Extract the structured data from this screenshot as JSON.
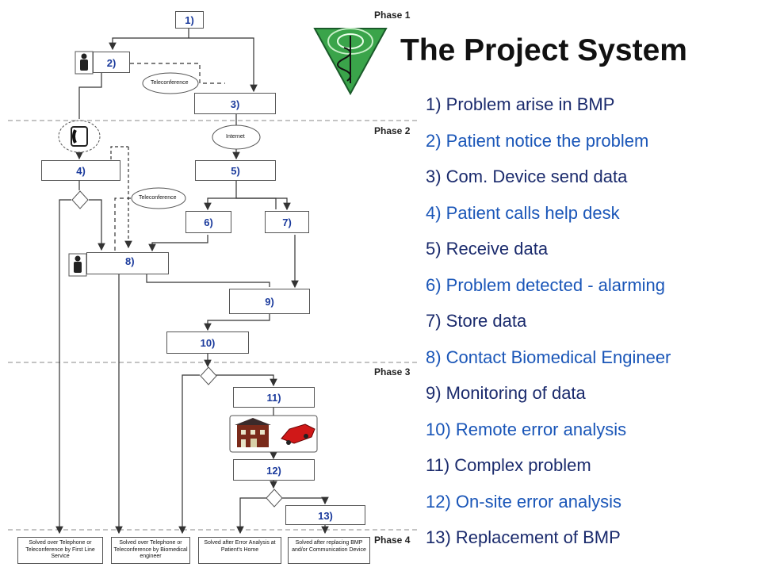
{
  "title": "The Project System",
  "phases": [
    "Phase 1",
    "Phase 2",
    "Phase 3",
    "Phase 4"
  ],
  "legend": [
    {
      "text": "1) Problem arise in BMP",
      "color": "#1a2a6c"
    },
    {
      "text": "2) Patient notice the problem",
      "color": "#1a56b8"
    },
    {
      "text": "3) Com. Device send data",
      "color": "#1a2a6c"
    },
    {
      "text": "4) Patient calls help desk",
      "color": "#1a56b8"
    },
    {
      "text": "5) Receive data",
      "color": "#1a2a6c"
    },
    {
      "text": "6) Problem detected - alarming",
      "color": "#1a56b8"
    },
    {
      "text": "7) Store data",
      "color": "#1a2a6c"
    },
    {
      "text": "8) Contact Biomedical Engineer",
      "color": "#1a56b8"
    },
    {
      "text": "9) Monitoring of data",
      "color": "#1a2a6c"
    },
    {
      "text": "10) Remote error analysis",
      "color": "#1a56b8"
    },
    {
      "text": "11) Complex problem",
      "color": "#1a2a6c"
    },
    {
      "text": "12) On-site error analysis",
      "color": "#1a56b8"
    },
    {
      "text": "13) Replacement of BMP",
      "color": "#1a2a6c"
    }
  ],
  "steps": [
    "1)",
    "2)",
    "3)",
    "4)",
    "5)",
    "6)",
    "7)",
    "8)",
    "9)",
    "10)",
    "11)",
    "12)",
    "13)"
  ],
  "clouds": {
    "teleconference": "Teleconference",
    "internet": "Internet"
  },
  "outcomes": [
    "Solved over Telephone or Teleconference by First Line Service",
    "Solved over Telephone or Teleconference by Biomedical engineer",
    "Solved after Error Analysis at Patient's Home",
    "Solved after replacing BMP and/or Communication Device"
  ],
  "colors": {
    "step_label": "#1a3a9c",
    "logo_green": "#2fa14a",
    "phase_line": "#888888"
  },
  "icons": [
    "medical-caduceus-logo",
    "person-icon",
    "telephone-icon",
    "house-icon",
    "car-icon"
  ]
}
